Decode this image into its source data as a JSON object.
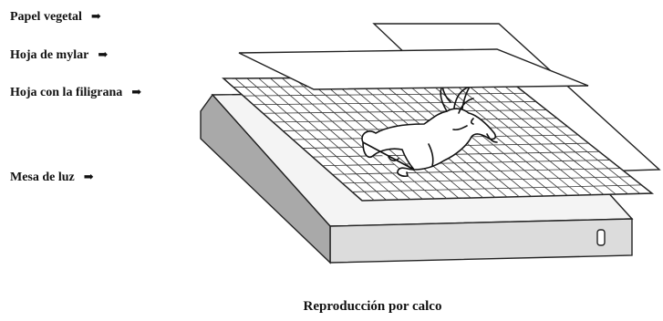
{
  "labels": [
    {
      "text": "Papel vegetal",
      "arrow": "➡"
    },
    {
      "text": "Hoja de mylar",
      "arrow": "➡"
    },
    {
      "text": "Hoja con la filigrana",
      "arrow": "➡"
    },
    {
      "text": "Mesa de luz",
      "arrow": "➡"
    }
  ],
  "caption": "Reproducción por calco"
}
